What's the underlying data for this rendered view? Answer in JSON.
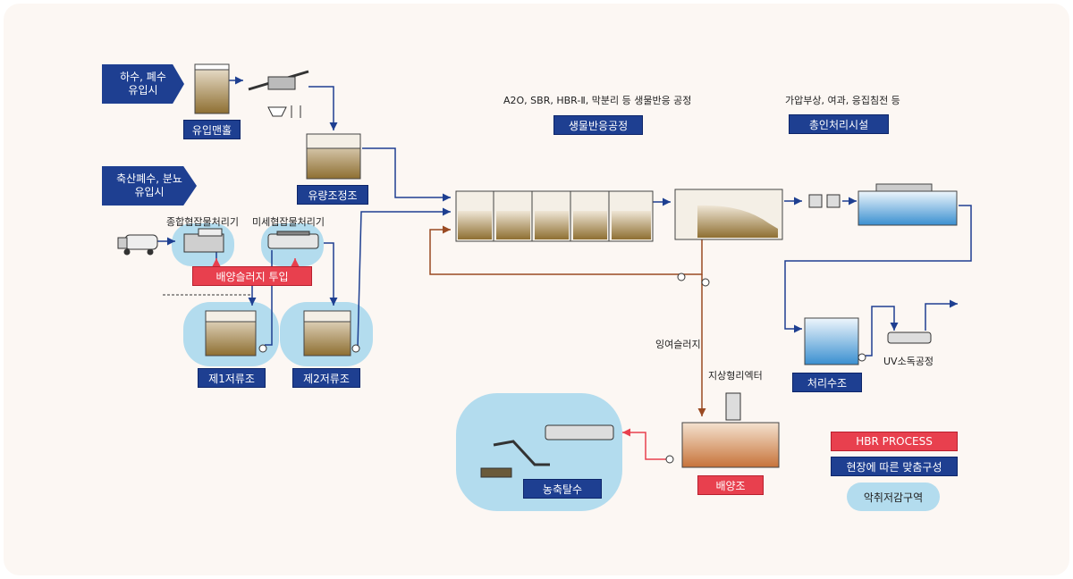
{
  "inputs": {
    "sewage": "하수, 폐수\n유입시",
    "livestock": "축산폐수, 분뇨\n유입시"
  },
  "units": {
    "inflow_manhole": "유입맨홀",
    "equalization_tank": "유량조정조",
    "storage_tank_1": "제1저류조",
    "storage_tank_2": "제2저류조",
    "bio_reaction": "생물반응공정",
    "total_phosphorus": "총인처리시설",
    "treated_water_tank": "처리수조",
    "culture_tank": "배양조",
    "thickening_dewatering": "농축탈수",
    "sludge_injection": "배양슬러지 투입"
  },
  "labels": {
    "complex_screen": "종합협잡물처리기",
    "fine_screen": "미세협잡물처리기",
    "bio_processes": "A2O, SBR, HBR-Ⅱ, 막분리 등 생물반응 공정",
    "tp_processes": "가압부상, 여과, 응집침전 등",
    "excess_sludge": "잉여슬러지",
    "reactor": "지상형리엑터",
    "uv": "UV소독공정"
  },
  "legend": {
    "hbr_process": "HBR PROCESS",
    "custom_config": "현장에 따른 맞춤구성",
    "odor_zone": "악취저감구역"
  },
  "colors": {
    "navy": "#1e3f91",
    "red": "#e8404e",
    "odor_zone": "#b3dcee",
    "water_flow": "#1e3f91",
    "sludge_flow": "#9a4a22",
    "return_flow": "#e8404e"
  }
}
